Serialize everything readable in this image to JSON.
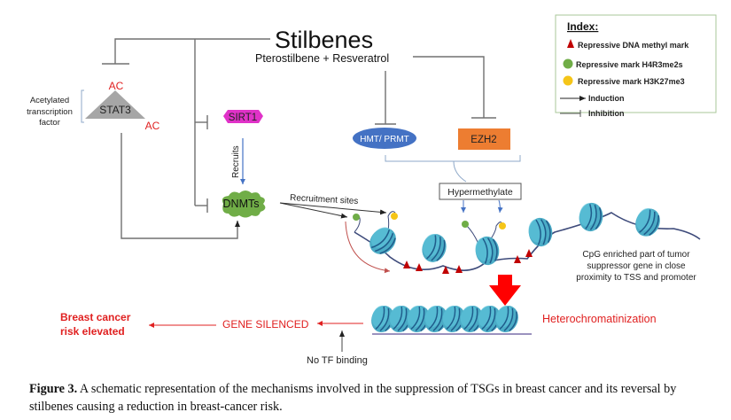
{
  "figure": {
    "title": "Stilbenes",
    "subtitle": "Pterostilbene + Resveratrol",
    "colors": {
      "red_text": "#e02020",
      "dark_red": "#c00000",
      "line": "#707070",
      "blue_arrow": "#4472c4",
      "stat3": "#a6a6a6",
      "sirt1": "#e032c8",
      "dnmts": "#70ad47",
      "hmt": "#4472c4",
      "ezh2": "#ed7d31",
      "nucleosome": "#4bacc6",
      "nucleosome_dark": "#1f5c8b",
      "green_mark": "#70ad47",
      "yellow_mark": "#f5c518",
      "big_arrow": "#ff0000"
    },
    "index": {
      "title": "Index:",
      "items": [
        {
          "icon": "red-triangle",
          "label": "Repressive DNA methyl mark"
        },
        {
          "icon": "green-circle",
          "label": "Repressive mark H4R3me2s"
        },
        {
          "icon": "yellow-circle",
          "label": "Repressive mark H3K27me3"
        },
        {
          "icon": "arrow",
          "label": "Induction"
        },
        {
          "icon": "t-bar",
          "label": "Inhibition"
        }
      ]
    },
    "nodes": {
      "stat3": "STAT3",
      "ac_top": "AC",
      "ac_bottom": "AC",
      "acetylated_line1": "Acetylated",
      "acetylated_line2": "transcription",
      "acetylated_line3": "factor",
      "sirt1": "SIRT1",
      "recruits": "Recruits",
      "dnmts": "DNMTs",
      "recruitment_sites": "Recruitment sites",
      "hmt": "HMT/ PRMT",
      "ezh2": "EZH2",
      "hypermethylate": "Hypermethylate",
      "cpg_line1": "CpG enriched part of tumor",
      "cpg_line2": "suppressor gene in close",
      "cpg_line3": "proximity to TSS and promoter",
      "heterochromatinization": "Heterochromatinization",
      "gene_silenced": "GENE SILENCED",
      "breast_line1": "Breast cancer",
      "breast_line2": "risk elevated",
      "no_tf": "No TF binding"
    },
    "caption": {
      "label": "Figure 3.",
      "text": " A schematic representation of the mechanisms involved in the suppression of TSGs in breast cancer and its reversal by stilbenes causing a reduction in breast-cancer risk."
    }
  }
}
